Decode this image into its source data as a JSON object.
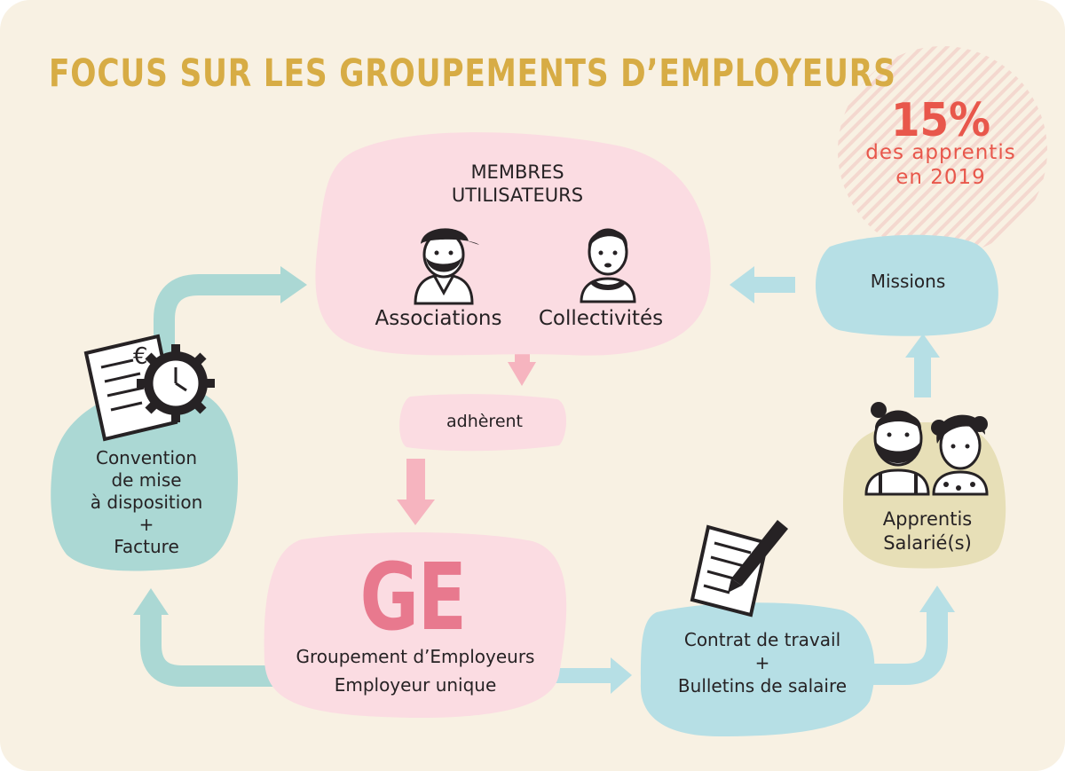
{
  "title": "FOCUS SUR LES GROUPEMENTS D’EMPLOYEURS",
  "stat": {
    "value": "15%",
    "text_line1": "des apprentis",
    "text_line2": "en 2019"
  },
  "members": {
    "heading_line1": "MEMBRES",
    "heading_line2": "UTILISATEURS",
    "associations": "Associations",
    "collectivites": "Collectivités"
  },
  "adherent": "adhèrent",
  "ge": {
    "abbr": "GE",
    "line1": "Groupement d’Employeurs",
    "line2": "Employeur unique"
  },
  "convention": {
    "line1": "Convention",
    "line2": "de mise",
    "line3": "à disposition",
    "plus": "+",
    "line4": "Facture"
  },
  "contrat": {
    "line1": "Contrat de travail",
    "plus": "+",
    "line2": "Bulletins de salaire"
  },
  "apprentis": {
    "line1": "Apprentis",
    "line2": "Salarié(s)"
  },
  "missions": "Missions",
  "colors": {
    "background": "#f8f1e3",
    "pink": "#fbdce2",
    "teal": "#abd8d4",
    "blue": "#b6dfe5",
    "olive": "#e7dfb7",
    "gold": "#d7ac45",
    "red": "#e8574b",
    "ge_pink": "#e8798e"
  },
  "icons": [
    "document-clock-icon",
    "man-cap-avatar-icon",
    "woman-short-hair-avatar-icon",
    "man-beard-avatar-icon",
    "woman-curly-hair-avatar-icon",
    "contract-pen-icon"
  ]
}
